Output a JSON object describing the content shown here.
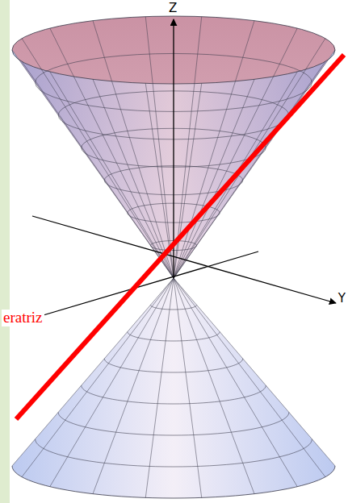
{
  "diagram": {
    "labels": [
      "Z",
      "Y",
      "eratriz"
    ]
  }
}
